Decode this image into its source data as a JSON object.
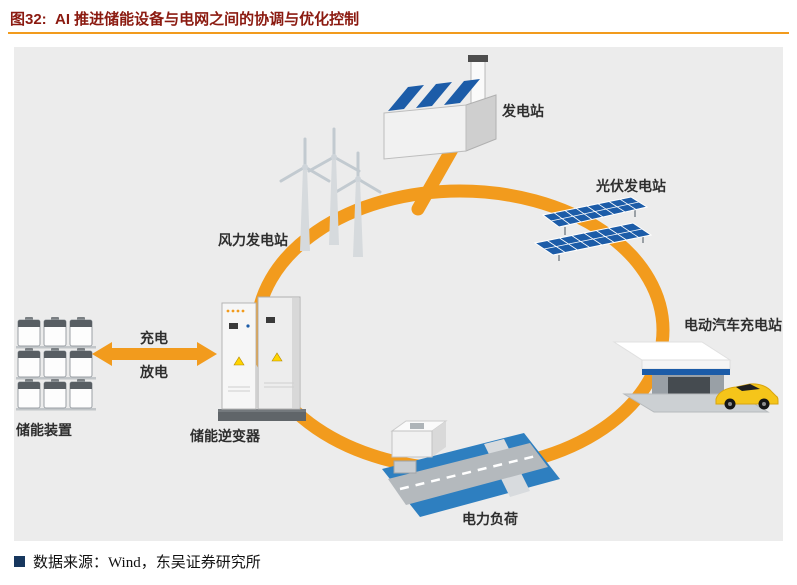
{
  "header": {
    "title": "图32:  AI 推进储能设备与电网之间的协调与优化控制"
  },
  "diagram": {
    "nodes": {
      "power_plant": {
        "label": "发电站"
      },
      "solar_station": {
        "label": "光伏发电站"
      },
      "ev_charging": {
        "label": "电动汽车充电站"
      },
      "power_load": {
        "label": "电力负荷"
      },
      "wind_station": {
        "label": "风力发电站"
      },
      "inverter": {
        "label": "储能逆变器"
      },
      "battery_bank": {
        "label": "储能装置"
      }
    },
    "flows": {
      "charge": "充电",
      "discharge": "放电"
    }
  },
  "footer": {
    "source": "数据来源：Wind，东吴证券研究所"
  },
  "colors": {
    "accent_orange": "#F29B1D",
    "brand_blue": "#1C5CA8",
    "load_blue": "#2E7FC0",
    "car_yellow": "#F5C51A",
    "title_red": "#8B1A10",
    "bullet_navy": "#17375E",
    "panel_gray": "#ECECEC"
  }
}
